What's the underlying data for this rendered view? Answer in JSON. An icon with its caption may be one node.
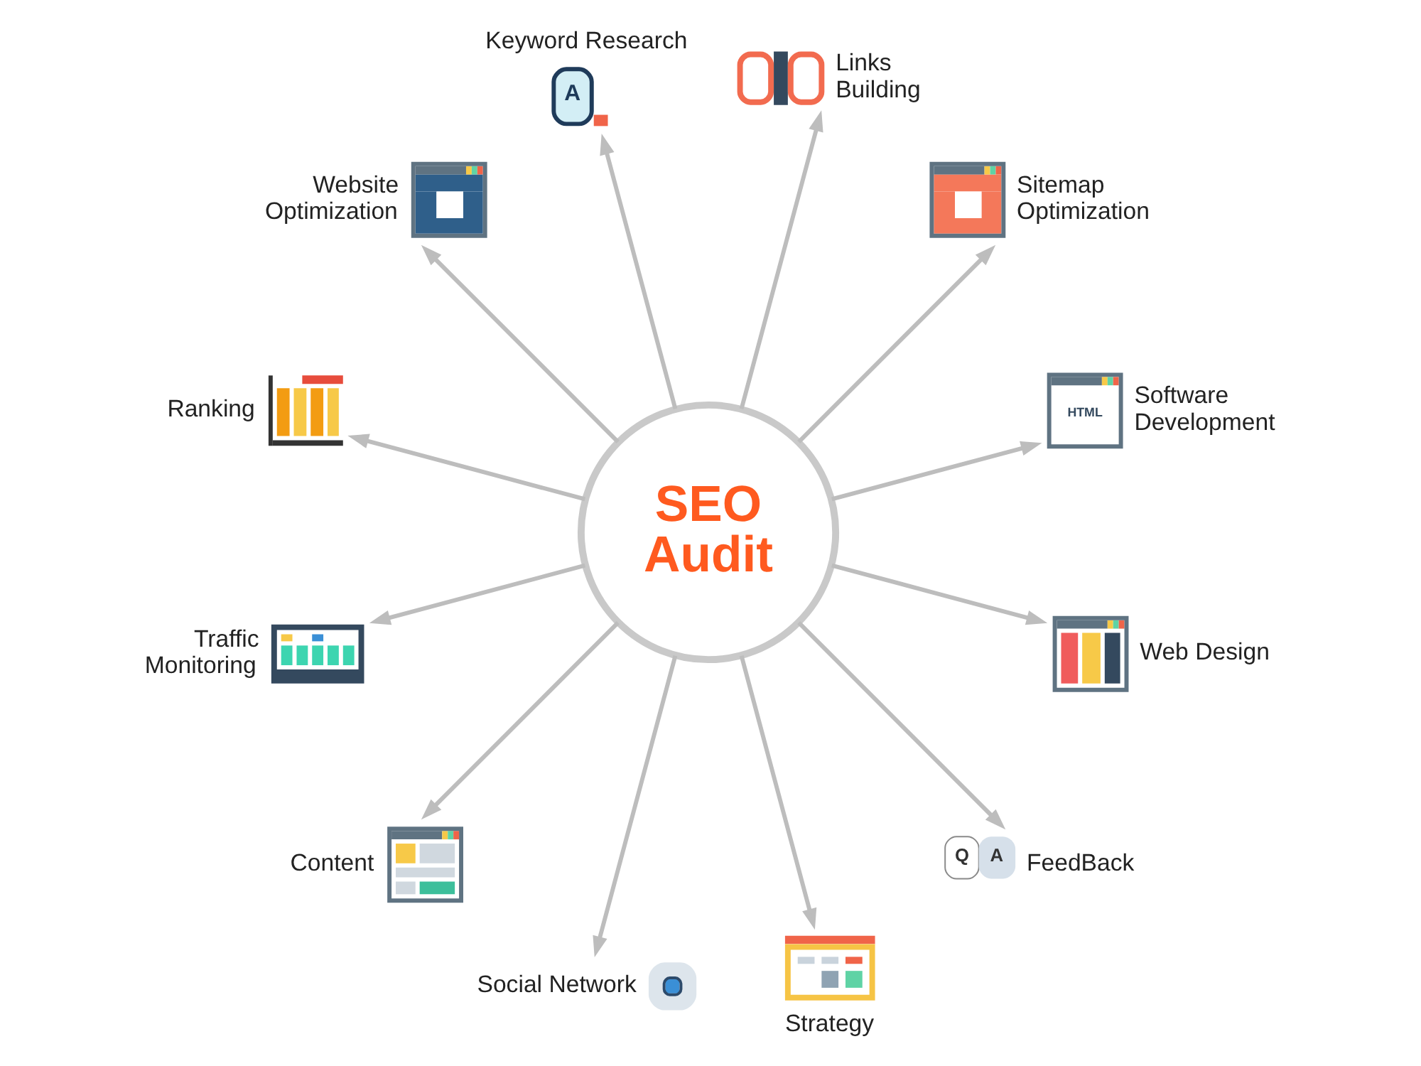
{
  "diagram": {
    "nodes": [
      {
        "text": [
          "SEO Audit"
        ]
      },
      {
        "text": [
          "A"
        ],
        "beside": [
          "Keyword Research"
        ]
      },
      {
        "text": [],
        "shape": "picture",
        "beside": [
          "Links Building"
        ]
      },
      {
        "text": [],
        "shape": "picture",
        "beside": [
          "Sitemap Optimization"
        ]
      },
      {
        "text": [
          "HTML"
        ],
        "beside": [
          "Software Development"
        ]
      },
      {
        "text": [],
        "shape": "picture",
        "beside": [
          "Web Design"
        ]
      },
      {
        "text": [
          "Q",
          "A"
        ],
        "beside": [
          "FeedBack"
        ]
      },
      {
        "text": [],
        "shape": "picture",
        "beside": [
          "Strategy"
        ]
      },
      {
        "text": [],
        "shape": "picture",
        "beside": [
          "Social Network"
        ]
      },
      {
        "text": [],
        "shape": "picture",
        "beside": [
          "Content"
        ]
      },
      {
        "text": [],
        "shape": "picture",
        "beside": [
          "Traffic Monitoring"
        ]
      },
      {
        "text": [],
        "shape": "picture",
        "beside": [
          "Ranking"
        ]
      },
      {
        "text": [],
        "shape": "picture",
        "beside": [
          "Website Optimization"
        ]
      }
    ],
    "edges": [
      {
        "from": 0,
        "to": 1,
        "arrow": "to"
      },
      {
        "from": 0,
        "to": 2,
        "arrow": "to"
      },
      {
        "from": 0,
        "to": 3,
        "arrow": "to"
      },
      {
        "from": 0,
        "to": 4,
        "arrow": "to"
      },
      {
        "from": 0,
        "to": 5,
        "arrow": "to"
      },
      {
        "from": 0,
        "to": 6,
        "arrow": "to"
      },
      {
        "from": 0,
        "to": 7,
        "arrow": "to"
      },
      {
        "from": 0,
        "to": 8,
        "arrow": "to"
      },
      {
        "from": 0,
        "to": 9,
        "arrow": "to"
      },
      {
        "from": 0,
        "to": 10,
        "arrow": "to"
      },
      {
        "from": 0,
        "to": 11,
        "arrow": "to"
      },
      {
        "from": 0,
        "to": 12,
        "arrow": "to"
      }
    ]
  }
}
